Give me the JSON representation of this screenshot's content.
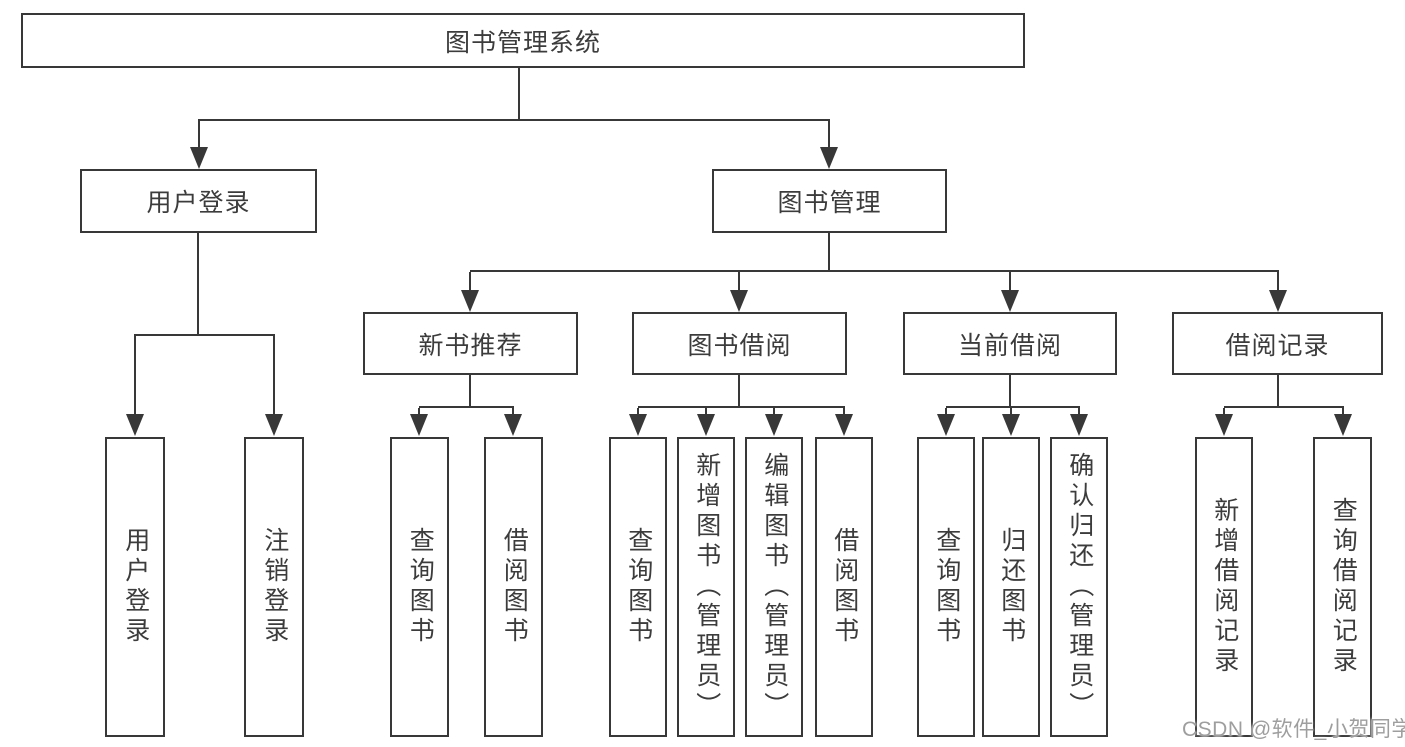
{
  "diagram_type": "hierarchy-tree",
  "colors": {
    "line": "#383838",
    "text": "#3c3c3c",
    "background": "#ffffff",
    "watermark_color": "#9e9e9e"
  },
  "watermark": "CSDN @软件_小贺同学",
  "tree": {
    "label": "图书管理系统",
    "children": [
      {
        "label": "用户登录",
        "children": [
          {
            "label": "用户登录"
          },
          {
            "label": "注销登录"
          }
        ]
      },
      {
        "label": "图书管理",
        "children": [
          {
            "label": "新书推荐",
            "children": [
              {
                "label": "查询图书"
              },
              {
                "label": "借阅图书"
              }
            ]
          },
          {
            "label": "图书借阅",
            "children": [
              {
                "label": "查询图书"
              },
              {
                "label": "新增图书（管理员）"
              },
              {
                "label": "编辑图书（管理员）"
              },
              {
                "label": "借阅图书"
              }
            ]
          },
          {
            "label": "当前借阅",
            "children": [
              {
                "label": "查询图书"
              },
              {
                "label": "归还图书"
              },
              {
                "label": "确认归还（管理员）"
              }
            ]
          },
          {
            "label": "借阅记录",
            "children": [
              {
                "label": "新增借阅记录"
              },
              {
                "label": "查询借阅记录"
              }
            ]
          }
        ]
      }
    ]
  }
}
